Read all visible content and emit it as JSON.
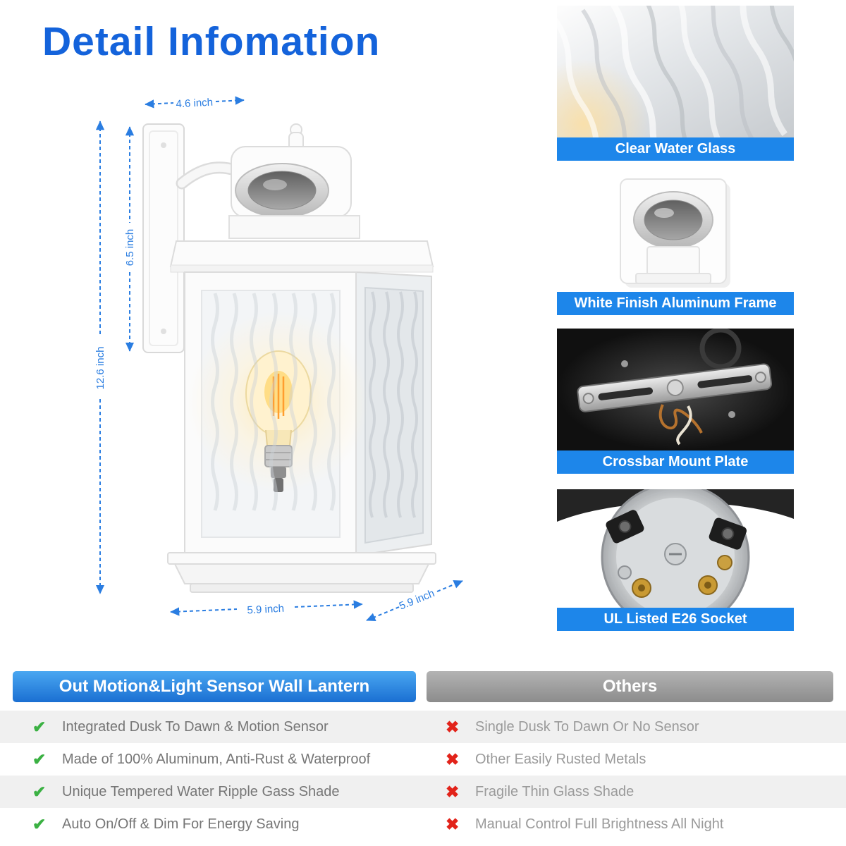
{
  "title": "Detail Infomation",
  "dimensions": {
    "top_width": "4.6 inch",
    "plate_height": "6.5 inch",
    "total_height": "12.6 inch",
    "bottom_width": "5.9 inch",
    "bottom_depth": "5.9 inch"
  },
  "detail_cards": [
    {
      "label": "Clear Water Glass"
    },
    {
      "label": "White Finish Aluminum Frame"
    },
    {
      "label": "Crossbar Mount Plate"
    },
    {
      "label": "UL Listed E26 Socket"
    }
  ],
  "comparison": {
    "left_header": "Out Motion&Light Sensor Wall Lantern",
    "right_header": "Others",
    "left_items": [
      "Integrated Dusk To Dawn & Motion Sensor",
      "Made of 100% Aluminum, Anti-Rust & Waterproof",
      "Unique Tempered Water Ripple Gass Shade",
      "Auto On/Off & Dim For Energy Saving"
    ],
    "right_items": [
      "Single Dusk To Dawn Or No Sensor",
      "Other Easily Rusted Metals",
      "Fragile Thin Glass Shade",
      "Manual Control Full Brightness All Night"
    ]
  },
  "icons": {
    "check": "✔",
    "cross": "✖"
  },
  "colors": {
    "accent_blue": "#1d86ea",
    "title_blue": "#1463db",
    "dimension_blue": "#2a7de1",
    "check_green": "#3bb143",
    "cross_red": "#e2231a",
    "others_gray": "#8c8c8c"
  }
}
